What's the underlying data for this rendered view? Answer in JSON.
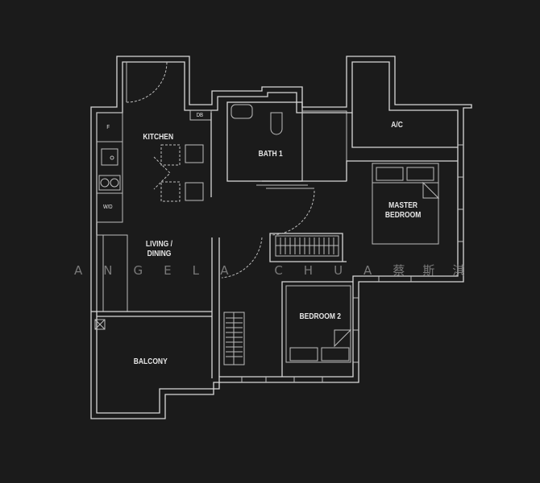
{
  "rooms": {
    "kitchen": "KITCHEN",
    "bath1": "BATH 1",
    "ac": "A/C",
    "master_bedroom_line1": "MASTER",
    "master_bedroom_line2": "BEDROOM",
    "living_line1": "LIVING /",
    "living_line2": "DINING",
    "bedroom2": "BEDROOM 2",
    "balcony": "BALCONY"
  },
  "fixtures": {
    "fridge": "F",
    "db": "DB",
    "washer_dryer": "W/D"
  },
  "watermark": {
    "latin": "ANGELA CHUA",
    "chinese": "蔡斯淇"
  },
  "colors": {
    "background": "#1b1b1b",
    "lines": "#d8d8d8"
  }
}
